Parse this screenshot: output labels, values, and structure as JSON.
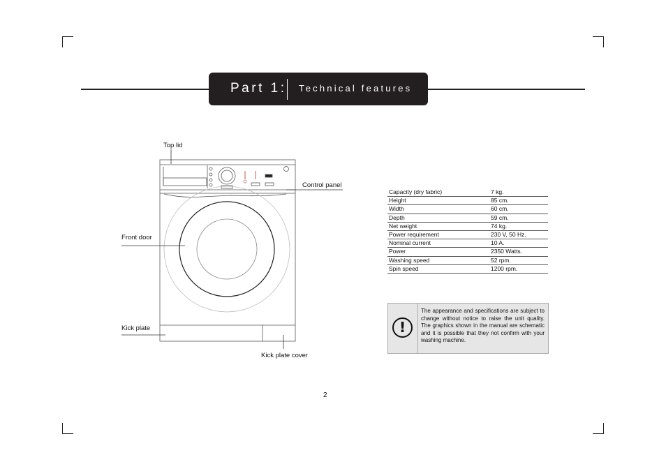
{
  "header": {
    "part": "Part 1:",
    "section": "Technical features"
  },
  "diagram_labels": {
    "top_lid": "Top lid",
    "control_panel": "Control panel",
    "front_door": "Front door",
    "kick_plate": "Kick plate",
    "kick_plate_cover": "Kick plate cover"
  },
  "specs": [
    {
      "label": "Capacity (dry fabric)",
      "value": "7 kg."
    },
    {
      "label": "Height",
      "value": "85 cm."
    },
    {
      "label": "Width",
      "value": "60 cm."
    },
    {
      "label": "Depth",
      "value": "59 cm."
    },
    {
      "label": "Net weight",
      "value": "74 kg."
    },
    {
      "label": "Power requirement",
      "value": "230 V, 50 Hz."
    },
    {
      "label": "Nominal current",
      "value": "10 A."
    },
    {
      "label": "Power",
      "value": "2350 Watts."
    },
    {
      "label": "Washing speed",
      "value": "52 rpm."
    },
    {
      "label": "Spin speed",
      "value": "1200 rpm."
    }
  ],
  "notice": {
    "icon": "exclamation-icon",
    "symbol": "!",
    "text": "The appearance and specifications are subject to change without notice to raise the unit quality. The graphics shown in the manual are schematic and it is possible that they not confirm with your washing machine."
  },
  "page_number": "2"
}
